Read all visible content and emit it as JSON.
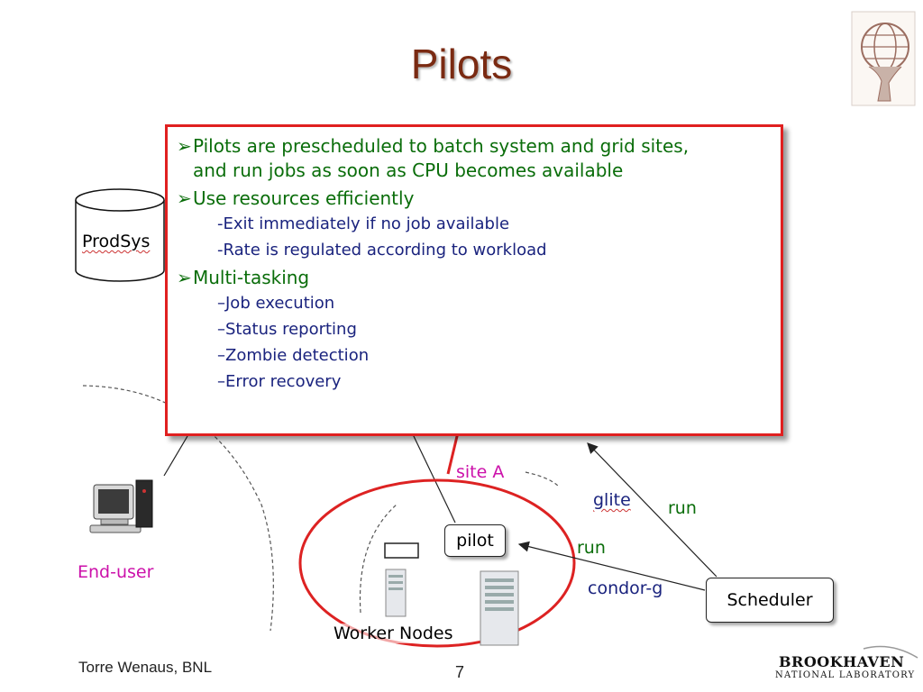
{
  "slide": {
    "title": "Pilots",
    "footer_author": "Torre Wenaus, BNL",
    "page_number": "7",
    "logo": {
      "line1": "BROOKHAVEN",
      "line2": "NATIONAL LABORATORY"
    }
  },
  "callout": {
    "bullets": [
      {
        "lines": [
          "Pilots are prescheduled to batch system and grid sites,",
          "and run jobs as soon as CPU becomes available"
        ],
        "subs": []
      },
      {
        "lines": [
          "Use resources efficiently"
        ],
        "subs": [
          "-Exit immediately if no job available",
          "-Rate is regulated according to workload"
        ]
      },
      {
        "lines": [
          "Multi-tasking"
        ],
        "subs": [
          "–Job execution",
          "–Status reporting",
          "–Zombie detection",
          "–Error recovery"
        ]
      }
    ]
  },
  "diagram": {
    "prodsys": "ProdSys",
    "end_user": "End-user",
    "site": "site A",
    "pilot": "pilot",
    "worker_nodes": "Worker Nodes",
    "glite": "glite",
    "run_top": "run",
    "run_mid": "run",
    "condor": "condor-g",
    "scheduler": "Scheduler"
  },
  "icons": [
    "atlas-logo-icon",
    "desktop-computer-icon",
    "server-tower-icon",
    "database-cylinder-icon"
  ],
  "colors": {
    "title": "#7a2a12",
    "callout_border": "#e02020",
    "bullet_text": "#0a6d0a",
    "sub_text": "#1a237e",
    "end_user": "#cc11aa",
    "site_ellipse": "#dd2222"
  }
}
